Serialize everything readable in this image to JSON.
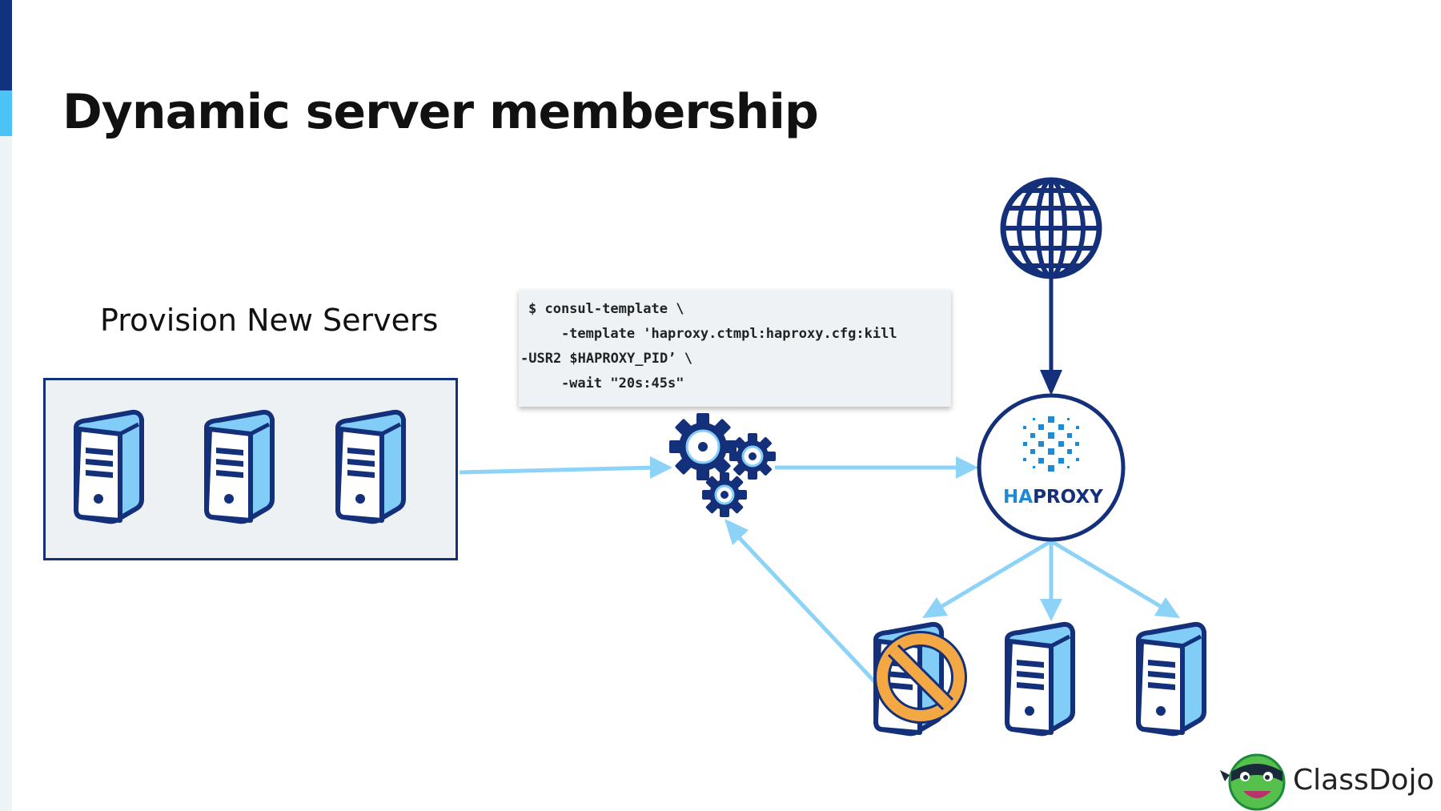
{
  "slide": {
    "title": "Dynamic server membership",
    "provision_label": "Provision New Servers"
  },
  "code": {
    "lines": [
      "$ consul-template \\",
      "    -template 'haproxy.ctmpl:haproxy.cfg:kill",
      "-USR2 $HAPROXY_PID’ \\",
      "    -wait \"20s:45s\""
    ]
  },
  "haproxy": {
    "label_ha": "HA",
    "label_proxy": "PROXY"
  },
  "brand": {
    "name": "ClassDojo"
  },
  "icons": {
    "globe": "globe-icon",
    "gears": "gears-icon",
    "server": "server-icon",
    "blocked": "prohibited-icon",
    "mascot": "classdojo-monster-icon"
  },
  "colors": {
    "navy": "#14307a",
    "server_fill": "#82cdf7",
    "arrow": "#8dd3f7",
    "ha_blue": "#1f8ad3",
    "blocked": "#f4a844"
  }
}
